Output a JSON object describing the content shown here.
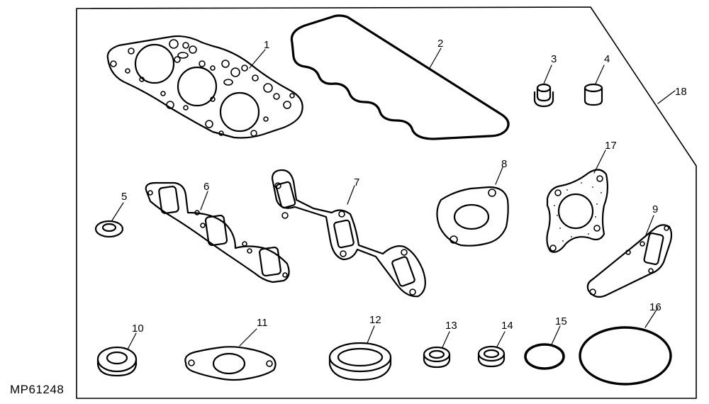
{
  "figure_code": "MP61248",
  "callouts": [
    "1",
    "2",
    "3",
    "4",
    "5",
    "6",
    "7",
    "8",
    "9",
    "10",
    "11",
    "12",
    "13",
    "14",
    "15",
    "16",
    "17",
    "18"
  ]
}
